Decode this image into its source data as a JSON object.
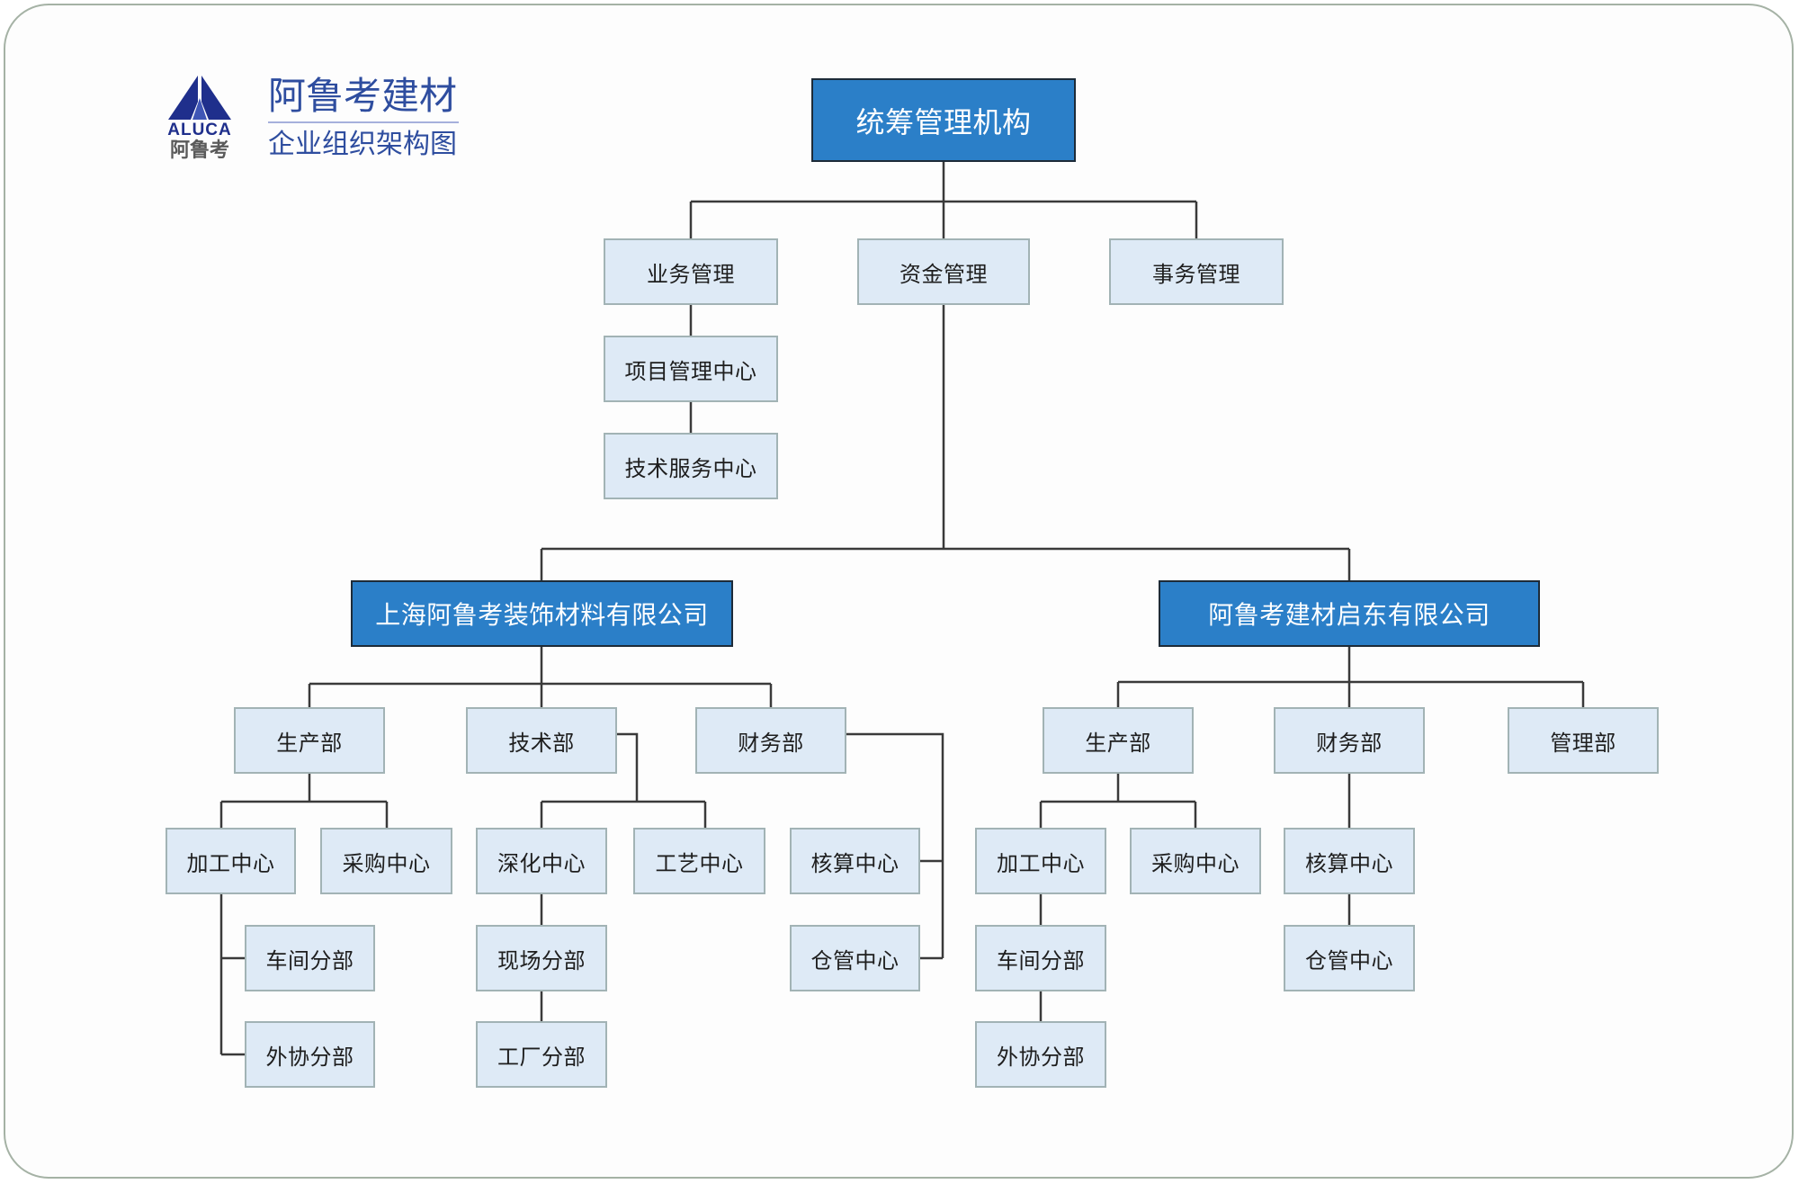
{
  "logo": {
    "icon": "aluca-triangle-logo-icon",
    "wordmark": "ALUCA",
    "cn_mark": "阿鲁考"
  },
  "header": {
    "title": "阿鲁考建材",
    "subtitle": "企业组织架构图"
  },
  "colors": {
    "primary_node": "#2b7fc8",
    "secondary_node": "#deeaf6",
    "line": "#3a3a3a",
    "title": "#2e4d9f",
    "frame": "#a5b2a5",
    "logo": "#1f2f8c"
  },
  "org": {
    "root": "统筹管理机构",
    "divisions": {
      "business": "业务管理",
      "funds": "资金管理",
      "affairs": "事务管理"
    },
    "business_units": [
      "项目管理中心",
      "技术服务中心"
    ],
    "companies": {
      "shanghai": {
        "name": "上海阿鲁考装饰材料有限公司",
        "production": {
          "name": "生产部",
          "processing": {
            "name": "加工中心",
            "branches": [
              "车间分部",
              "外协分部"
            ]
          },
          "purchasing": "采购中心"
        },
        "technology": {
          "name": "技术部",
          "deepening": {
            "name": "深化中心",
            "branches": [
              "现场分部",
              "工厂分部"
            ]
          },
          "craft": "工艺中心"
        },
        "finance": {
          "name": "财务部",
          "centers": [
            "核算中心",
            "仓管中心"
          ]
        }
      },
      "qidong": {
        "name": "阿鲁考建材启东有限公司",
        "production": {
          "name": "生产部",
          "processing": {
            "name": "加工中心",
            "branches": [
              "车间分部",
              "外协分部"
            ]
          },
          "purchasing": "采购中心"
        },
        "finance": {
          "name": "财务部",
          "centers": [
            "核算中心",
            "仓管中心"
          ]
        },
        "management": {
          "name": "管理部"
        }
      }
    }
  }
}
